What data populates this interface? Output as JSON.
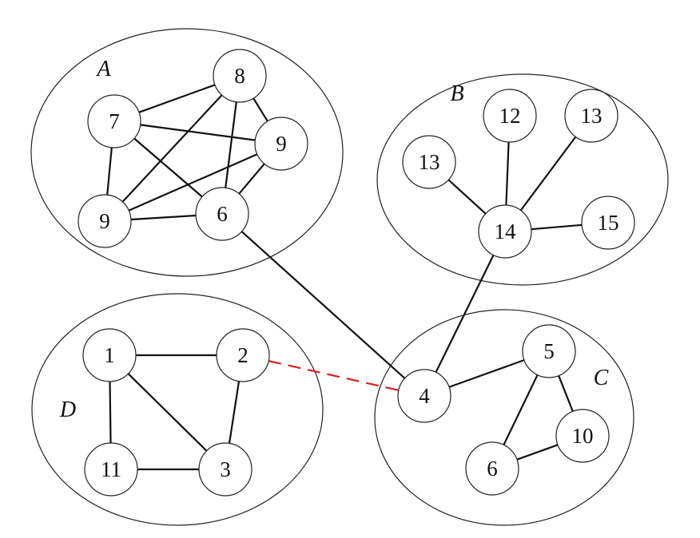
{
  "clusters": [
    {
      "id": "A",
      "label": "A"
    },
    {
      "id": "B",
      "label": "B"
    },
    {
      "id": "C",
      "label": "C"
    },
    {
      "id": "D",
      "label": "D"
    }
  ],
  "nodes": [
    {
      "id": "a7",
      "label": "7",
      "cluster": "A"
    },
    {
      "id": "a8",
      "label": "8",
      "cluster": "A"
    },
    {
      "id": "a9r",
      "label": "9",
      "cluster": "A"
    },
    {
      "id": "a9l",
      "label": "9",
      "cluster": "A"
    },
    {
      "id": "a6",
      "label": "6",
      "cluster": "A"
    },
    {
      "id": "b12",
      "label": "12",
      "cluster": "B"
    },
    {
      "id": "b13r",
      "label": "13",
      "cluster": "B"
    },
    {
      "id": "b13l",
      "label": "13",
      "cluster": "B"
    },
    {
      "id": "b14",
      "label": "14",
      "cluster": "B"
    },
    {
      "id": "b15",
      "label": "15",
      "cluster": "B"
    },
    {
      "id": "c4",
      "label": "4",
      "cluster": "C"
    },
    {
      "id": "c5",
      "label": "5",
      "cluster": "C"
    },
    {
      "id": "c6",
      "label": "6",
      "cluster": "C"
    },
    {
      "id": "c10",
      "label": "10",
      "cluster": "C"
    },
    {
      "id": "d1",
      "label": "1",
      "cluster": "D"
    },
    {
      "id": "d2",
      "label": "2",
      "cluster": "D"
    },
    {
      "id": "d11",
      "label": "11",
      "cluster": "D"
    },
    {
      "id": "d3",
      "label": "3",
      "cluster": "D"
    }
  ],
  "edges": [
    {
      "from": "a7",
      "to": "a8",
      "style": "solid"
    },
    {
      "from": "a7",
      "to": "a9r",
      "style": "solid"
    },
    {
      "from": "a7",
      "to": "a9l",
      "style": "solid"
    },
    {
      "from": "a7",
      "to": "a6",
      "style": "solid"
    },
    {
      "from": "a8",
      "to": "a9r",
      "style": "solid"
    },
    {
      "from": "a8",
      "to": "a9l",
      "style": "solid"
    },
    {
      "from": "a8",
      "to": "a6",
      "style": "solid"
    },
    {
      "from": "a9r",
      "to": "a9l",
      "style": "solid"
    },
    {
      "from": "a9r",
      "to": "a6",
      "style": "solid"
    },
    {
      "from": "a9l",
      "to": "a6",
      "style": "solid"
    },
    {
      "from": "a6",
      "to": "c4",
      "style": "solid"
    },
    {
      "from": "b14",
      "to": "b12",
      "style": "solid"
    },
    {
      "from": "b14",
      "to": "b13r",
      "style": "solid"
    },
    {
      "from": "b14",
      "to": "b13l",
      "style": "solid"
    },
    {
      "from": "b14",
      "to": "b15",
      "style": "solid"
    },
    {
      "from": "b14",
      "to": "c4",
      "style": "solid"
    },
    {
      "from": "c4",
      "to": "c5",
      "style": "solid"
    },
    {
      "from": "c5",
      "to": "c6",
      "style": "solid"
    },
    {
      "from": "c5",
      "to": "c10",
      "style": "solid"
    },
    {
      "from": "c6",
      "to": "c10",
      "style": "solid"
    },
    {
      "from": "d1",
      "to": "d2",
      "style": "solid"
    },
    {
      "from": "d1",
      "to": "d11",
      "style": "solid"
    },
    {
      "from": "d1",
      "to": "d3",
      "style": "solid"
    },
    {
      "from": "d2",
      "to": "d3",
      "style": "solid"
    },
    {
      "from": "d11",
      "to": "d3",
      "style": "solid"
    },
    {
      "from": "d2",
      "to": "c4",
      "style": "dashed"
    }
  ],
  "colors": {
    "dashed_edge": "#d42020",
    "stroke": "#222222",
    "background": "#ffffff"
  }
}
